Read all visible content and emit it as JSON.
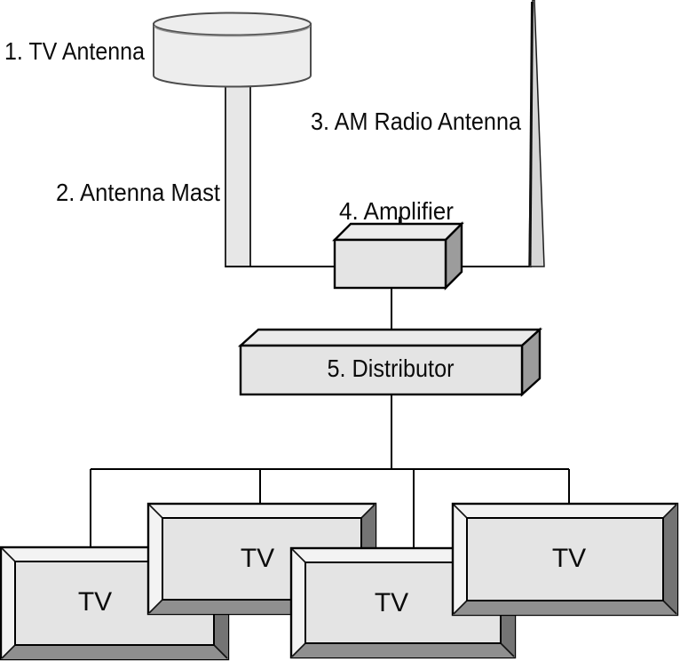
{
  "labels": {
    "tv_antenna": "1. TV Antenna",
    "antenna_mast": "2. Antenna Mast",
    "am_radio_antenna": "3. AM Radio Antenna",
    "amplifier": "4. Amplifier",
    "distributor": "5. Distributor"
  },
  "tvs": [
    {
      "label": "TV"
    },
    {
      "label": "TV"
    },
    {
      "label": "TV"
    },
    {
      "label": "TV"
    }
  ],
  "colors": {
    "background": "#ffffff",
    "line": "#000000",
    "text": "#0b0b0b",
    "box_face": "#e4e4e4",
    "box_top": "#ebebeb",
    "box_side": "#9c9c9c",
    "tv_frame_light": "#f3f3f3",
    "tv_bevel_bottom": "#8f8f8f",
    "tv_bevel_right": "#747474",
    "tv_screen": "#e4e4e4",
    "cylinder_fill": "#ededed",
    "mast_fill": "#e7e7e7",
    "spike_fill": "#d6d6d6"
  }
}
